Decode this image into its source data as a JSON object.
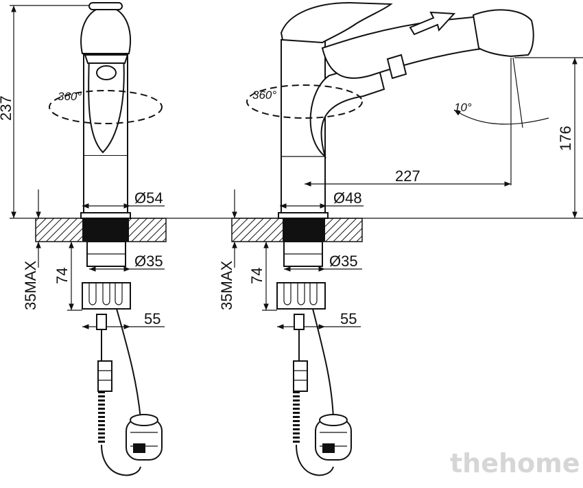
{
  "dimensions": {
    "height_total": "237",
    "height_spout": "176",
    "reach": "227",
    "dia_base_left": "Ø54",
    "dia_base_right": "Ø48",
    "dia_shank_left": "Ø35",
    "dia_shank_right": "Ø35",
    "nut_width_left": "55",
    "nut_width_right": "55",
    "shank_length_left": "74",
    "shank_length_right": "74",
    "counter_max_left": "35MAX",
    "counter_max_right": "35MAX"
  },
  "annotations": {
    "rotation_left": "360°",
    "rotation_right": "360°",
    "spray_angle": "10°"
  },
  "watermark": "thehome",
  "colors": {
    "line": "#111111",
    "hatch": "#111111",
    "watermark": "#d6d6d6"
  }
}
